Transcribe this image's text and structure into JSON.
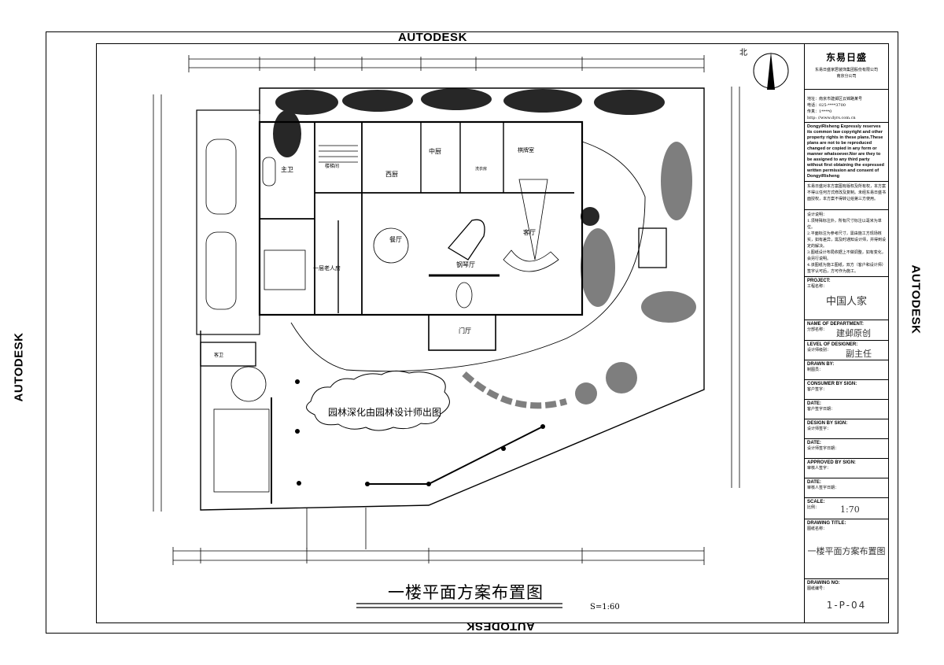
{
  "watermarks": {
    "top": "AUTODESK",
    "left": "AUTODESK",
    "right": "AUTODESK",
    "bottom": "AUTODESK"
  },
  "north_label": "北",
  "plan": {
    "rooms": {
      "master_bath": "主卫",
      "stair": "楼梯间",
      "western_kitchen": "西厨",
      "chinese_kitchen": "中厨",
      "chess_room": "棋牌室",
      "dining": "餐厅",
      "piano_hall": "钢琴厅",
      "living": "客厅",
      "elder_room": "一层老人房",
      "foyer": "门厅",
      "guest_bath": "客卫",
      "laundry": "洗衣房"
    },
    "garden_note": "园林深化由园林设计师出图",
    "title": "一楼平面方案布置图",
    "scale": "S=1:60"
  },
  "title_block": {
    "company_logo": "东易日盛",
    "company_name": "东易日盛家居装饰集团股份有限公司",
    "branch": "南京分公司",
    "address": "地址：南京市建邺区云锦路某号",
    "phone": "电话：025-****3700",
    "fax": "传真：1****0",
    "web": "http: //www.dyrs.com.cn",
    "copyright_en": "DongyiRisheng Expressly reserves its common law copyright and other property rights in these plans.These plans are not to be reproduced changed or copied in any form or manner whatsoever.Nor are they to be assigned to any third party without first obtaining the expressed written permission and consent of DongyiRisheng",
    "copyright_cn": "东易日盛对本方案图有版权及所有权，本方案不得以任何方式修改及复制。未经东易日盛书面授权，本方案不得转让给第三方使用。",
    "notes_title": "设计说明：",
    "notes": [
      "1.须特殊标注外，所有尺寸标注以毫米为单位。",
      "2.平面标注为参考尺寸，需由施工方现场核实，如有差异，需及时通知设计师，并得到设定的解决。",
      "3.图纸设计布局依据上不做调整，如有变化，会另行说明。",
      "4.该图纸为施工图纸，双方（客户和设计师）签字认可后，方可作为施工。"
    ],
    "fields": [
      {
        "en": "PROJECT:",
        "cn": "工程名称：",
        "value": "中国人家"
      },
      {
        "en": "NAME OF DEPARTMENT:",
        "cn": "分部名称：",
        "value": "建邺原创"
      },
      {
        "en": "LEVEL OF DESIGNER:",
        "cn": "设计师级别：",
        "value": "副主任"
      },
      {
        "en": "DRAWN BY:",
        "cn": "制图员：",
        "value": ""
      },
      {
        "en": "CONSUMER BY SIGN:",
        "cn": "客户签字：",
        "value": ""
      },
      {
        "en": "DATE:",
        "cn": "客户签字日期：",
        "value": ""
      },
      {
        "en": "DESIGN BY SIGN:",
        "cn": "设计师签字：",
        "value": ""
      },
      {
        "en": "DATE:",
        "cn": "设计师签字日期：",
        "value": ""
      },
      {
        "en": "APPROVED BY SIGN:",
        "cn": "审核人签字：",
        "value": ""
      },
      {
        "en": "DATE:",
        "cn": "审核人签字日期：",
        "value": ""
      },
      {
        "en": "SCALE:",
        "cn": "比例：",
        "value": "1:70"
      }
    ],
    "drawing_title": {
      "en": "DRAWING TITLE:",
      "cn": "图纸名称：",
      "value": "一楼平面方案布置图"
    },
    "drawing_no": {
      "en": "DRAWING NO:",
      "cn": "图纸编号：",
      "value": "1-P-04"
    }
  }
}
